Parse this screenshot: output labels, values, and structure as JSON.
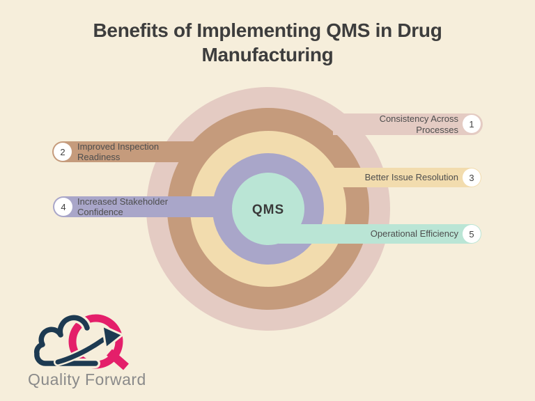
{
  "title": "Benefits of Implementing QMS in Drug Manufacturing",
  "center": {
    "label": "QMS"
  },
  "colors": {
    "background": "#f6eedb",
    "title_text": "#3d3d3d",
    "label_text": "#4d4d4d",
    "number_text": "#3f3f3f",
    "number_bg": "#ffffff"
  },
  "benefits": [
    {
      "number": "1",
      "label": "Consistency Across Processes",
      "side": "right",
      "color": "#e4cbc3"
    },
    {
      "number": "2",
      "label": "Improved Inspection Readiness",
      "side": "left",
      "color": "#c59b7c"
    },
    {
      "number": "3",
      "label": "Better Issue Resolution",
      "side": "right",
      "color": "#f2dcae"
    },
    {
      "number": "4",
      "label": "Increased Stakeholder Confidence",
      "side": "left",
      "color": "#a9a6c9"
    },
    {
      "number": "5",
      "label": "Operational Efficiency",
      "side": "right",
      "color": "#bae5d5"
    }
  ],
  "logo": {
    "text": "Quality Forward",
    "navy": "#1d3a51",
    "pink": "#e41f6a",
    "text_color": "#8a8a8a"
  }
}
